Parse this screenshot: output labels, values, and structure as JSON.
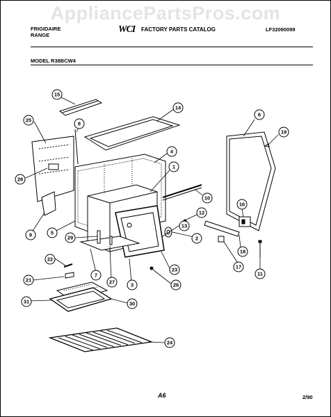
{
  "watermark": "AppliancePartsPros.com",
  "header": {
    "brand_line1": "FRIGIDAIRE",
    "brand_line2": "RANGE",
    "catalog_title": "FACTORY PARTS CATALOG",
    "catalog_code": "LF32090099",
    "model_label": "MODEL R38BCW4"
  },
  "footer": {
    "page_label": "A6",
    "date_code": "2/90"
  },
  "callouts": [
    {
      "id": "c15",
      "number": "15"
    },
    {
      "id": "c14",
      "number": "14"
    },
    {
      "id": "c25",
      "number": "25"
    },
    {
      "id": "c8",
      "number": "8"
    },
    {
      "id": "c6",
      "number": "6"
    },
    {
      "id": "c19",
      "number": "19"
    },
    {
      "id": "c4",
      "number": "4"
    },
    {
      "id": "c28",
      "number": "28"
    },
    {
      "id": "c1",
      "number": "1"
    },
    {
      "id": "c10",
      "number": "10"
    },
    {
      "id": "c12",
      "number": "12"
    },
    {
      "id": "c16",
      "number": "16"
    },
    {
      "id": "c9",
      "number": "9"
    },
    {
      "id": "c5",
      "number": "5"
    },
    {
      "id": "c29",
      "number": "29"
    },
    {
      "id": "c13",
      "number": "13"
    },
    {
      "id": "c2",
      "number": "2"
    },
    {
      "id": "c18",
      "number": "18"
    },
    {
      "id": "c22",
      "number": "22"
    },
    {
      "id": "c7",
      "number": "7"
    },
    {
      "id": "c27",
      "number": "27"
    },
    {
      "id": "c3",
      "number": "3"
    },
    {
      "id": "c23",
      "number": "23"
    },
    {
      "id": "c17",
      "number": "17"
    },
    {
      "id": "c11",
      "number": "11"
    },
    {
      "id": "c21",
      "number": "21"
    },
    {
      "id": "c26",
      "number": "26"
    },
    {
      "id": "c31",
      "number": "31"
    },
    {
      "id": "c30",
      "number": "30"
    },
    {
      "id": "c24",
      "number": "24"
    }
  ]
}
